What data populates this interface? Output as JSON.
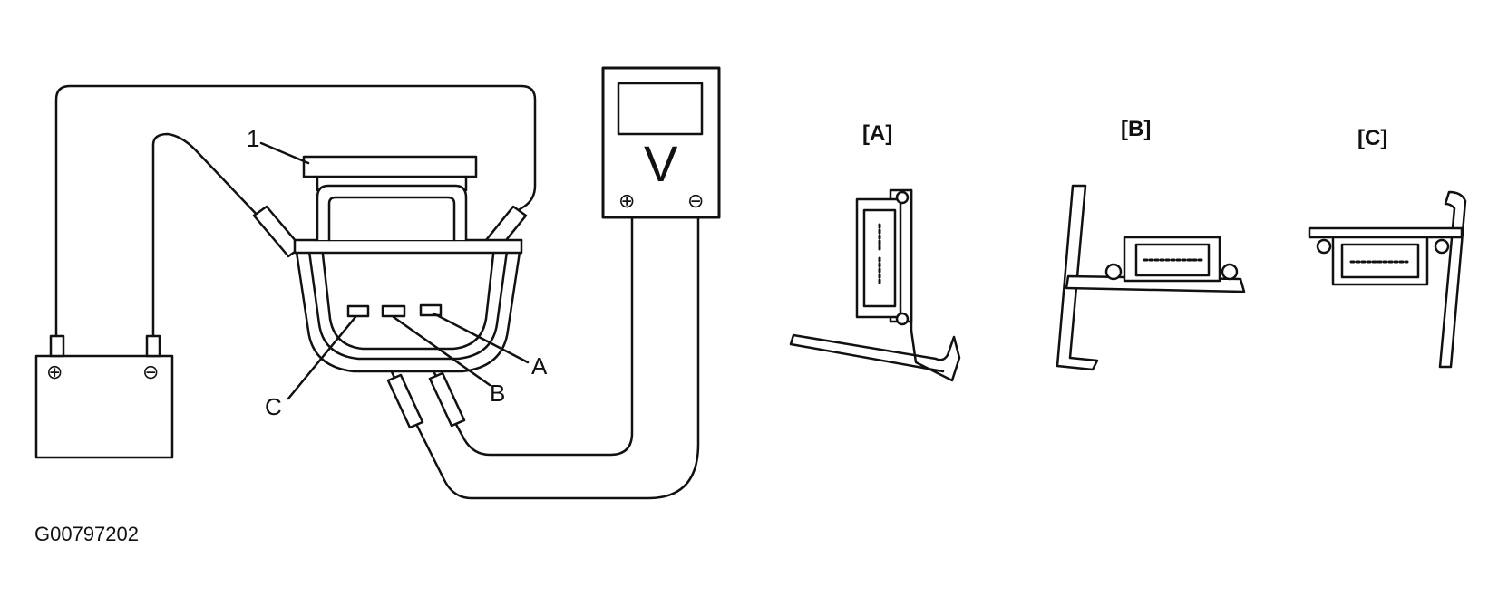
{
  "figure_code": "G00797202",
  "callouts": {
    "part_1": "1",
    "terminal_a": "A",
    "terminal_b": "B",
    "terminal_c": "C"
  },
  "views": {
    "a": "[A]",
    "b": "[B]",
    "c": "[C]"
  },
  "battery": {
    "positive": "⊕",
    "negative": "⊖"
  },
  "voltmeter": {
    "unit": "V",
    "positive": "⊕",
    "negative": "⊖"
  },
  "colors": {
    "line": "#111111",
    "background": "#ffffff"
  }
}
